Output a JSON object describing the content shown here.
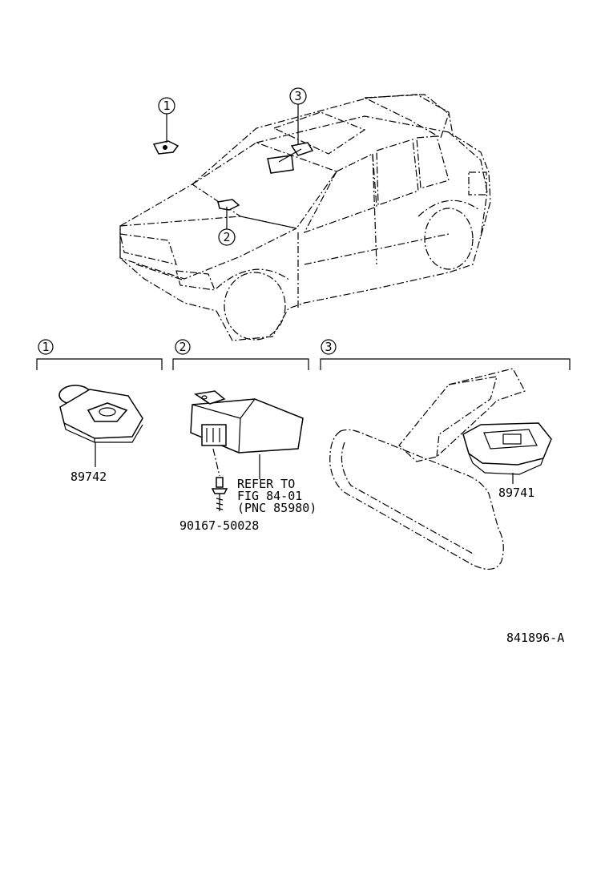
{
  "vehicle_callouts": {
    "c1": "1",
    "c2": "2",
    "c3": "3"
  },
  "sections": [
    {
      "callout": "1"
    },
    {
      "callout": "2"
    },
    {
      "callout": "3"
    }
  ],
  "parts": {
    "remote_key": "89742",
    "screw": "90167-50028",
    "receiver": "89741"
  },
  "reference_note": {
    "line1": "REFER TO",
    "line2": "FIG 84-01",
    "line3": "(PNC 85980)"
  },
  "figure_id": "841896-A"
}
